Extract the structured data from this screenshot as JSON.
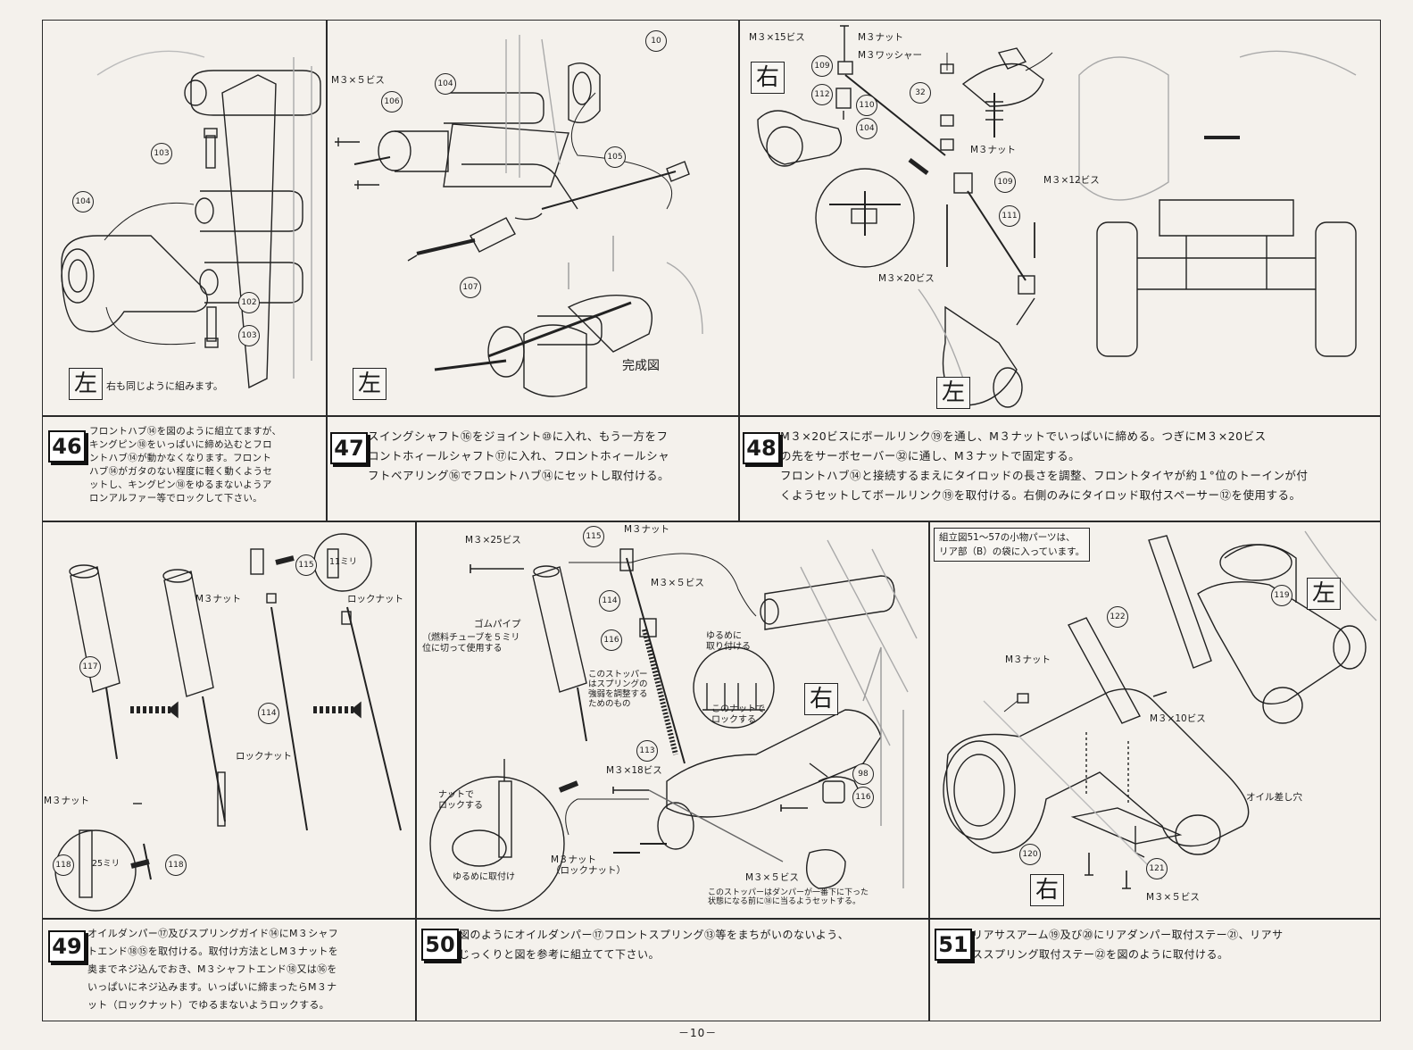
{
  "page_number": "－10－",
  "panel46": {
    "side": "左",
    "note": "右も同じように組みます。",
    "callouts": [
      "103",
      "104",
      "102",
      "103"
    ]
  },
  "panel47": {
    "side": "左",
    "screw": "M３×５ビス",
    "complete": "完成図",
    "callouts": [
      "10",
      "104",
      "106",
      "105",
      "107"
    ]
  },
  "panel48": {
    "side_top": "右",
    "side_bottom": "左",
    "labels": {
      "m3x15": "M３×15ビス",
      "m3nut1": "M３ナット",
      "m3washer": "M３ワッシャー",
      "m3nut2": "M３ナット",
      "m3x12": "M３×12ビス",
      "m3x20": "M３×20ビス"
    },
    "callouts": [
      "109",
      "112",
      "110",
      "104",
      "32",
      "109",
      "111"
    ]
  },
  "steps_top": [
    {
      "no": "46",
      "text": "フロントハブ⑭を図のように組立てますが、\nキングピン⑱をいっぱいに締め込むとフロ\nントハブ⑭が動かなくなります。フロント\nハブ⑭がガタのない程度に軽く動くようセ\nットし、キングピン⑱をゆるまないようア\nロンアルファー等でロックして下さい。"
    },
    {
      "no": "47",
      "text": "スイングシャフト⑯をジョイント⑩に入れ、もう一方をフ\nロントホィールシャフト⑰に入れ、フロントホィールシャ\nフトベアリング⑯でフロントハブ⑭にセットし取付ける。"
    },
    {
      "no": "48",
      "text": "M３×20ビスにボールリンク⑲を通し、M３ナットでいっぱいに締める。つぎにM３×20ビス\nの先をサーボセーバー㉜に通し、M３ナットで固定する。\nフロントハブ⑭と接続するまえにタイロッドの長さを調整、フロントタイヤが約１°位のトーインが付\nくようセットしてボールリンク⑲を取付ける。右側のみにタイロッド取付スペーサー⑫を使用する。"
    }
  ],
  "panel49": {
    "labels": {
      "m3nut_top": "M３ナット",
      "locknut_top": "ロックナット",
      "locknut_mid": "ロックナット",
      "m3nut_bottom": "M３ナット",
      "mm11": "11ミリ",
      "mm25": "25ミリ"
    },
    "callouts": [
      "115",
      "117",
      "114",
      "118",
      "118"
    ]
  },
  "panel50": {
    "side": "右",
    "labels": {
      "m3x25": "M３×25ビス",
      "m3nut": "M３ナット",
      "m3x5": "M３×５ビス",
      "rubber_pipe": "ゴムパイプ",
      "rubber_note": "（燃料チューブを５ミリ\n位に切って使用する",
      "stopper_note": "このストッパー\nはスプリングの\n強弱を調整する\nためのもの",
      "loose_attach": "ゆるめに\n取り付ける",
      "lock_with_nut": "このナットで\nロックする",
      "nut_lock": "ナットで\nロックする",
      "loose_attach2": "ゆるめに取付け",
      "m3x18": "M３×18ビス",
      "m3nut_lock": "M３ナット\n（ロックナット）",
      "m3x5b": "M３×５ビス",
      "stopper_bottom": "このストッパーはダンパーが一番下に下った\n状態になる前に⑱に当るようセットする。"
    },
    "callouts": [
      "115",
      "114",
      "116",
      "113",
      "98",
      "116"
    ]
  },
  "panel51": {
    "side_top": "左",
    "side_bottom": "右",
    "box_note": "組立図51～57の小物パーツは、\nリア部（B）の袋に入っています。",
    "labels": {
      "m3nut": "M３ナット",
      "m3x10": "M３×10ビス",
      "oil_hole": "オイル差し穴",
      "m3x5": "M３×５ビス"
    },
    "callouts": [
      "122",
      "119",
      "120",
      "121"
    ]
  },
  "steps_bottom": [
    {
      "no": "49",
      "text": "オイルダンパー⑰及びスプリングガイド⑭にM３シャフ\nトエンド⑱⑮を取付ける。取付け方法としM３ナットを\n奥までネジ込んでおき、M３シャフトエンド⑱又は⑯を\nいっぱいにネジ込みます。いっぱいに締まったらM３ナ\nット（ロックナット）でゆるまないようロックする。"
    },
    {
      "no": "50",
      "text": "図のようにオイルダンパー⑰フロントスプリング⑬等をまちがいのないよう、\nじっくりと図を参考に組立てて下さい。"
    },
    {
      "no": "51",
      "text": "リアサスアーム⑲及び⑳にリアダンパー取付ステー㉑、リアサ\nススプリング取付ステー㉒を図のように取付ける。"
    }
  ]
}
